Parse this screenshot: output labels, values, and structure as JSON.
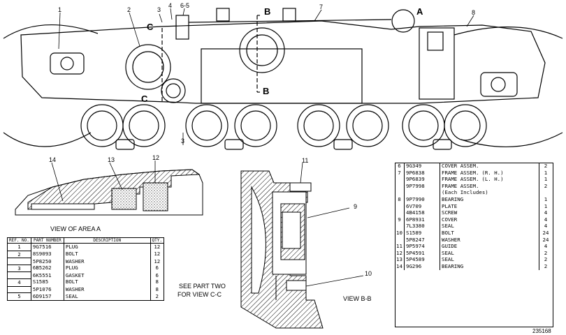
{
  "callouts": [
    "1",
    "2",
    "3",
    "4",
    "6-5",
    "7",
    "8",
    "11",
    "9",
    "10",
    "13",
    "14",
    "12",
    "3"
  ],
  "section_marks": {
    "b_top": "B",
    "b_bottom": "B",
    "c_top": "C",
    "c_bottom": "C",
    "a": "A"
  },
  "captions": {
    "view_area_a": "VIEW OF AREA  A",
    "see_part_two": "SEE PART TWO",
    "for_view_cc": "FOR VIEW C-C",
    "view_bb": "VIEW  B-B",
    "drawing_number": "235168"
  },
  "left_table": {
    "headers": {
      "ref": "REF. NO.",
      "part": "PART NUMBER",
      "desc": "DESCRIPTION",
      "qty": "QTY."
    },
    "rows": [
      {
        "ref": "1",
        "part": "9G7516",
        "desc": "PLUG",
        "qty": "12"
      },
      {
        "ref": "2",
        "part": "8S9093",
        "desc": "BOLT",
        "qty": "12"
      },
      {
        "ref": "",
        "part": "5P8250",
        "desc": "WASHER",
        "qty": "12"
      },
      {
        "ref": "3",
        "part": "6B5262",
        "desc": "PLUG",
        "qty": "6"
      },
      {
        "ref": "",
        "part": "6K5551",
        "desc": "GASKET",
        "qty": "6"
      },
      {
        "ref": "4",
        "part": "S1585",
        "desc": "BOLT",
        "qty": "8"
      },
      {
        "ref": "",
        "part": "5P1076",
        "desc": "WASHER",
        "qty": "8"
      },
      {
        "ref": "5",
        "part": "6D9157",
        "desc": "SEAL",
        "qty": "2"
      }
    ]
  },
  "right_table": {
    "rows": [
      {
        "ref": "6",
        "part": "9G349",
        "desc": "COVER ASSEM.",
        "note": "",
        "qty": "2"
      },
      {
        "ref": "7",
        "part": "9P6838",
        "desc": "FRAME ASSEM.",
        "note": "(R. H.)",
        "qty": "1"
      },
      {
        "ref": "",
        "part": "9P6839",
        "desc": "FRAME ASSEM.",
        "note": "(L. H.)",
        "qty": "1"
      },
      {
        "ref": "",
        "part": "9P7998",
        "desc": "FRAME ASSEM.",
        "note": "",
        "qty": "2"
      },
      {
        "ref": "",
        "part": "",
        "desc": "(Each Includes)",
        "note": "",
        "qty": ""
      },
      {
        "ref": "8",
        "part": "9P7990",
        "desc": "BEARING",
        "note": "",
        "qty": "1"
      },
      {
        "ref": "",
        "part": "6V709",
        "desc": "PLATE",
        "note": "",
        "qty": "1"
      },
      {
        "ref": "",
        "part": "4B4158",
        "desc": "SCREW",
        "note": "",
        "qty": "4"
      },
      {
        "ref": "9",
        "part": "6P8931",
        "desc": "COVER",
        "note": "",
        "qty": "4"
      },
      {
        "ref": "",
        "part": "7L3380",
        "desc": "SEAL",
        "note": "",
        "qty": "4"
      },
      {
        "ref": "10",
        "part": "S1589",
        "desc": "BOLT",
        "note": "",
        "qty": "24"
      },
      {
        "ref": "",
        "part": "5P8247",
        "desc": "WASHER",
        "note": "",
        "qty": "24"
      },
      {
        "ref": "11",
        "part": "9P5974",
        "desc": "GUIDE",
        "note": "",
        "qty": "4"
      },
      {
        "ref": "12",
        "part": "5P4591",
        "desc": "SEAL",
        "note": "",
        "qty": "2"
      },
      {
        "ref": "13",
        "part": "5P4589",
        "desc": "SEAL",
        "note": "",
        "qty": "2"
      },
      {
        "ref": "14",
        "part": "9G296",
        "desc": "BEARING",
        "note": "",
        "qty": "2"
      }
    ]
  }
}
